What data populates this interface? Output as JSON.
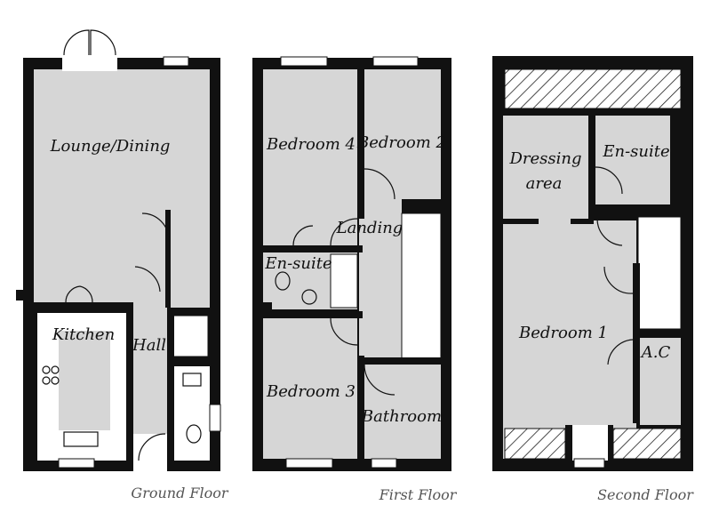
{
  "floors": [
    {
      "name": "Ground Floor",
      "rooms": [
        "Lounge/Dining",
        "Kitchen",
        "Hall"
      ]
    },
    {
      "name": "First Floor",
      "rooms": [
        "Bedroom 4",
        "Bedroom 2",
        "Landing",
        "En-suite",
        "Bedroom 3",
        "Bathroom"
      ]
    },
    {
      "name": "Second Floor",
      "rooms": [
        "Dressing area",
        "En-suite",
        "Bedroom 1",
        "A.C"
      ]
    }
  ],
  "labels": {
    "ground": {
      "lounge": "Lounge/Dining",
      "kitchen": "Kitchen",
      "hall": "Hall",
      "floor": "Ground Floor"
    },
    "first": {
      "bed4": "Bedroom 4",
      "bed2": "Bedroom 2",
      "landing": "Landing",
      "ensuite": "En-suite",
      "bed3": "Bedroom 3",
      "bath": "Bathroom",
      "floor": "First Floor"
    },
    "second": {
      "dressing1": "Dressing",
      "dressing2": "area",
      "ensuite": "En-suite",
      "bed1": "Bedroom 1",
      "ac": "A.C",
      "floor": "Second Floor"
    }
  }
}
